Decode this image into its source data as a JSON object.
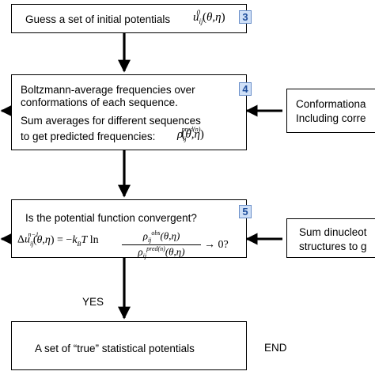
{
  "box1": {
    "text": "Guess a set of initial potentials",
    "badge": "3"
  },
  "box2": {
    "line1": "Boltzmann-average frequencies over",
    "line2": "conformations of each sequence.",
    "line3": "Sum averages for different sequences",
    "line4": "to get predicted frequencies:",
    "badge": "4"
  },
  "box3": {
    "question": "Is the potential function convergent?",
    "badge": "5"
  },
  "box4": {
    "text": "A set of “true” statistical potentials"
  },
  "side1": {
    "line1": "Conformationa",
    "line2": "Including corre"
  },
  "side2": {
    "line1": "Sum dinucleot",
    "line2": "structures to g"
  },
  "labels": {
    "yes": "YES",
    "end": "END"
  }
}
